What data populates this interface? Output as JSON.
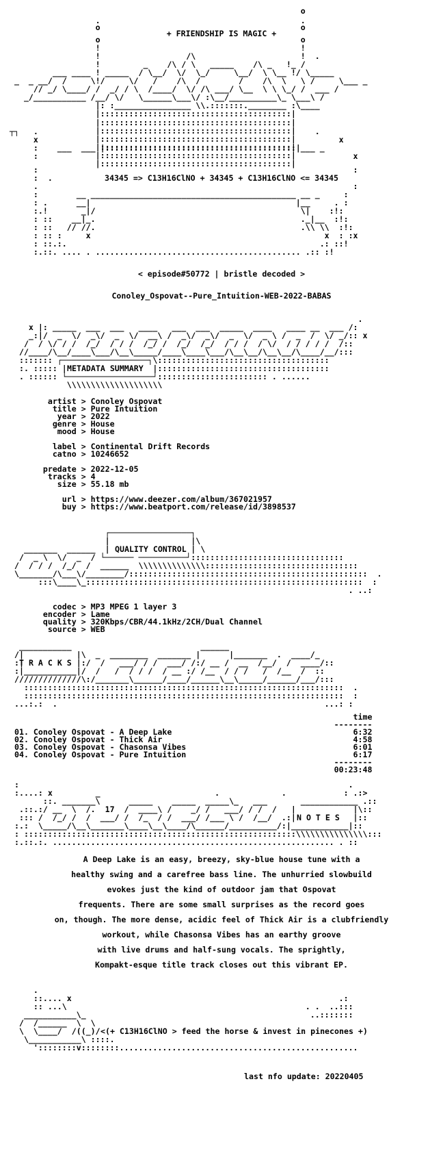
{
  "header": {
    "slogan": "+ FRIENDSHIP IS MAGIC +",
    "formula": "34345 => C13H16ClNO + 34345 + C13H16ClNO <= 34345",
    "episode": "< episode#50772 | bristle decoded >",
    "release_name": "Conoley_Ospovat--Pure_Intuition-WEB-2022-BABAS"
  },
  "metadata": {
    "section_title": "METADATA SUMMARY",
    "fields": [
      {
        "key": "artist",
        "value": "Conoley Ospovat"
      },
      {
        "key": "title",
        "value": "Pure Intuition"
      },
      {
        "key": "year",
        "value": "2022"
      },
      {
        "key": "genre",
        "value": "House"
      },
      {
        "key": "mood",
        "value": "House"
      },
      {
        "key": "label",
        "value": "Continental Drift Records"
      },
      {
        "key": "catno",
        "value": "10246652"
      },
      {
        "key": "predate",
        "value": "2022-12-05"
      },
      {
        "key": "tracks",
        "value": "4"
      },
      {
        "key": "size",
        "value": "55.18 mb"
      },
      {
        "key": "url",
        "value": "https://www.deezer.com/album/367021957"
      },
      {
        "key": "buy",
        "value": "https://www.beatport.com/release/id/3898537"
      }
    ]
  },
  "quality": {
    "section_title": "QUALITY CONTROL",
    "fields": [
      {
        "key": "codec",
        "value": "MP3 MPEG 1 layer 3"
      },
      {
        "key": "encoder",
        "value": "Lame"
      },
      {
        "key": "quality",
        "value": "320Kbps/CBR/44.1kHz/2CH/Dual Channel"
      },
      {
        "key": "source",
        "value": "WEB"
      }
    ]
  },
  "tracks": {
    "section_title": "T R A C K S",
    "time_header": "time",
    "list": [
      {
        "num": "01.",
        "name": "Conoley Ospovat - A Deep Lake",
        "time": "6:32"
      },
      {
        "num": "02.",
        "name": "Conoley Ospovat - Thick Air",
        "time": "4:58"
      },
      {
        "num": "03.",
        "name": "Conoley Ospovat - Chasonsa Vibes",
        "time": "6:01"
      },
      {
        "num": "04.",
        "name": "Conoley Ospovat - Pure Intuition",
        "time": "6:17"
      }
    ],
    "total": "00:23:48"
  },
  "notes": {
    "section_title": "N O T E S",
    "lines": [
      "A Deep Lake is an easy, breezy, sky-blue house tune with a",
      "healthy swing and a carefree bass line. The unhurried slowbuild",
      "evokes just the kind of outdoor jam that Ospovat",
      "frequents. There are some small surprises as the record goes",
      "on, though. The more dense, acidic feel of Thick Air is a clubfriendly",
      "workout, while Chasonsa Vibes has an earthy groove",
      "with live drums and half-sung vocals. The sprightly,",
      "Kompakt-esque title track closes out this vibrant EP."
    ]
  },
  "footer": {
    "tagline": "<(+ C13H16ClNO > feed the horse & invest in pinecones +)",
    "last_update": "last nfo update: 20220405"
  }
}
